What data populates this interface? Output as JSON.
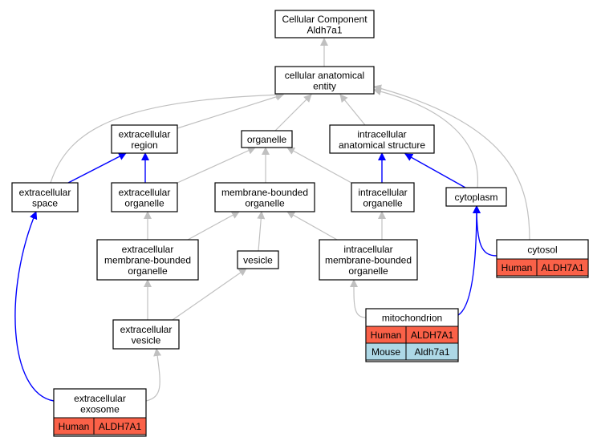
{
  "colors": {
    "is_a_edge": "#c0c0c0",
    "part_of_edge": "#0000ff",
    "human_cell": "#fa6148",
    "mouse_cell": "#add8e6"
  },
  "nodes": {
    "root": {
      "lines": [
        "Cellular Component",
        "Aldh7a1"
      ]
    },
    "cellular_anatomical_entity": {
      "lines": [
        "cellular anatomical",
        "entity"
      ]
    },
    "extracellular_region": {
      "lines": [
        "extracellular",
        "region"
      ]
    },
    "organelle": {
      "lines": [
        "organelle"
      ]
    },
    "intracellular_anatomical_structure": {
      "lines": [
        "intracellular",
        "anatomical structure"
      ]
    },
    "extracellular_space": {
      "lines": [
        "extracellular",
        "space"
      ]
    },
    "extracellular_organelle": {
      "lines": [
        "extracellular",
        "organelle"
      ]
    },
    "membrane_bounded_organelle": {
      "lines": [
        "membrane-bounded",
        "organelle"
      ]
    },
    "intracellular_organelle": {
      "lines": [
        "intracellular",
        "organelle"
      ]
    },
    "cytoplasm": {
      "lines": [
        "cytoplasm"
      ]
    },
    "extracellular_membrane_bounded_organelle": {
      "lines": [
        "extracellular",
        "membrane-bounded",
        "organelle"
      ]
    },
    "vesicle": {
      "lines": [
        "vesicle"
      ]
    },
    "intracellular_membrane_bounded_organelle": {
      "lines": [
        "intracellular",
        "membrane-bounded",
        "organelle"
      ]
    },
    "cytosol": {
      "lines": [
        "cytosol"
      ],
      "annotations": [
        {
          "species": "Human",
          "gene": "ALDH7A1"
        }
      ]
    },
    "extracellular_vesicle": {
      "lines": [
        "extracellular",
        "vesicle"
      ]
    },
    "mitochondrion": {
      "lines": [
        "mitochondrion"
      ],
      "annotations": [
        {
          "species": "Human",
          "gene": "ALDH7A1"
        },
        {
          "species": "Mouse",
          "gene": "Aldh7a1"
        }
      ]
    },
    "extracellular_exosome": {
      "lines": [
        "extracellular",
        "exosome"
      ],
      "annotations": [
        {
          "species": "Human",
          "gene": "ALDH7A1"
        }
      ]
    }
  },
  "edges": [
    {
      "from": "cellular_anatomical_entity",
      "to": "root",
      "type": "is_a"
    },
    {
      "from": "extracellular_region",
      "to": "cellular_anatomical_entity",
      "type": "is_a"
    },
    {
      "from": "organelle",
      "to": "cellular_anatomical_entity",
      "type": "is_a"
    },
    {
      "from": "intracellular_anatomical_structure",
      "to": "cellular_anatomical_entity",
      "type": "is_a"
    },
    {
      "from": "extracellular_space",
      "to": "cellular_anatomical_entity",
      "type": "is_a"
    },
    {
      "from": "cytoplasm",
      "to": "cellular_anatomical_entity",
      "type": "is_a"
    },
    {
      "from": "cytosol",
      "to": "cellular_anatomical_entity",
      "type": "is_a"
    },
    {
      "from": "extracellular_space",
      "to": "extracellular_region",
      "type": "part_of"
    },
    {
      "from": "extracellular_organelle",
      "to": "extracellular_region",
      "type": "part_of"
    },
    {
      "from": "extracellular_organelle",
      "to": "organelle",
      "type": "is_a"
    },
    {
      "from": "membrane_bounded_organelle",
      "to": "organelle",
      "type": "is_a"
    },
    {
      "from": "intracellular_organelle",
      "to": "organelle",
      "type": "is_a"
    },
    {
      "from": "intracellular_organelle",
      "to": "intracellular_anatomical_structure",
      "type": "part_of"
    },
    {
      "from": "cytoplasm",
      "to": "intracellular_anatomical_structure",
      "type": "part_of"
    },
    {
      "from": "extracellular_membrane_bounded_organelle",
      "to": "extracellular_organelle",
      "type": "is_a"
    },
    {
      "from": "extracellular_membrane_bounded_organelle",
      "to": "membrane_bounded_organelle",
      "type": "is_a"
    },
    {
      "from": "vesicle",
      "to": "membrane_bounded_organelle",
      "type": "is_a"
    },
    {
      "from": "intracellular_membrane_bounded_organelle",
      "to": "membrane_bounded_organelle",
      "type": "is_a"
    },
    {
      "from": "intracellular_membrane_bounded_organelle",
      "to": "intracellular_organelle",
      "type": "is_a"
    },
    {
      "from": "cytosol",
      "to": "cytoplasm",
      "type": "part_of"
    },
    {
      "from": "mitochondrion",
      "to": "cytoplasm",
      "type": "part_of"
    },
    {
      "from": "extracellular_vesicle",
      "to": "extracellular_membrane_bounded_organelle",
      "type": "is_a"
    },
    {
      "from": "extracellular_vesicle",
      "to": "vesicle",
      "type": "is_a"
    },
    {
      "from": "mitochondrion",
      "to": "intracellular_membrane_bounded_organelle",
      "type": "is_a"
    },
    {
      "from": "extracellular_exosome",
      "to": "extracellular_vesicle",
      "type": "is_a"
    },
    {
      "from": "extracellular_exosome",
      "to": "extracellular_space",
      "type": "part_of"
    }
  ]
}
